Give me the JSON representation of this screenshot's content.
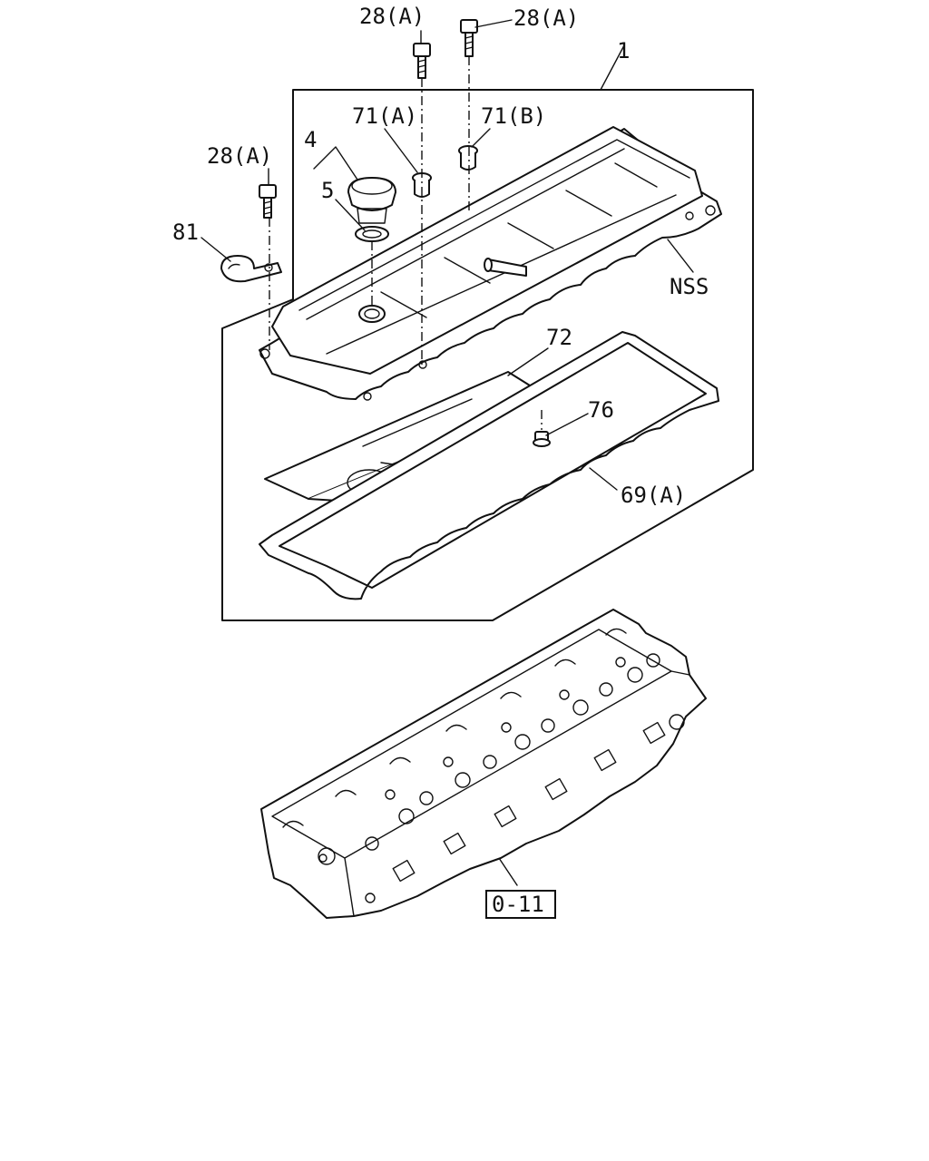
{
  "labels": {
    "bolt_left": "28(A)",
    "bolt_center": "28(A)",
    "bolt_right": "28(A)",
    "assembly": "1",
    "cap_assembly": "4",
    "cap_seal": "5",
    "nut_a": "71(A)",
    "nut_b": "71(B)",
    "clip": "81",
    "nss": "NSS",
    "plate": "72",
    "screw": "76",
    "gasket": "69(A)",
    "reference": "0-11"
  }
}
